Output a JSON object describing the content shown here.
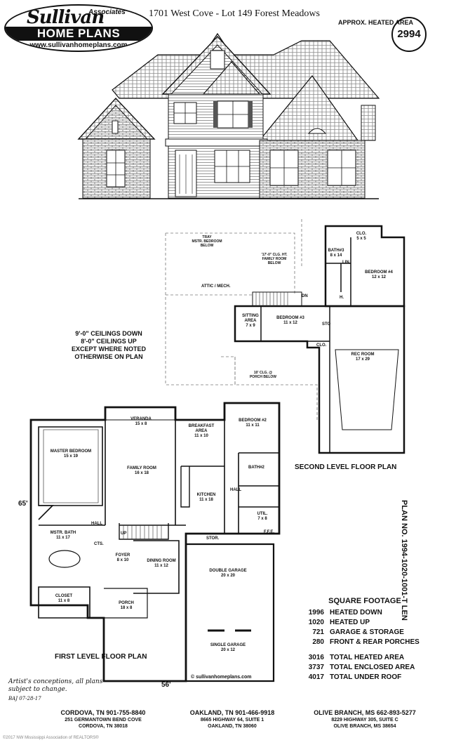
{
  "logo": {
    "script": "Sullivan",
    "associates": "Associates",
    "name": "HOME PLANS",
    "url": "www.sullivanhomeplans.com"
  },
  "header": {
    "title": "1701 West Cove - Lot 149  Forest Meadows",
    "approx_label": "APPROX. HEATED AREA",
    "approx_value": "2994"
  },
  "upper_labels": {
    "tray": "TRAY\nMSTR. BEDROOM\nBELOW",
    "family_below": "'17'-0\" CLG. HT.\nFAMILY ROOM\nBELOW",
    "attic": "ATTIC / MECH.",
    "closet_up": "CLO.\n5 x 5",
    "bath3": "BATH#3\n8 x 14",
    "lin_up": "LIN.",
    "bedroom4": "BEDROOM #4\n12 x 12",
    "dn": "DN",
    "h": "H.",
    "sitting": "SITTING\nAREA\n7 x 9",
    "bedroom3": "BEDROOM #3\n11 x 12",
    "sto": "STO",
    "clo_up2": "CLO.",
    "porch_below": "10' CLG. @\nPORCH BELOW",
    "rec": "REC ROOM\n17 x 29"
  },
  "ceiling_note": "9'-0\" CEILINGS DOWN\n8'-0\" CEILINGS UP\nEXCEPT WHERE NOTED\nOTHERWISE ON PLAN",
  "second_level_label": "SECOND LEVEL FLOOR PLAN",
  "first_labels": {
    "veranda": "VERANDA\n15 x 8",
    "breakfast": "BREAKFAST\nAREA\n11 x 10",
    "bedroom2": "BEDROOM #2\n11 x 11",
    "master": "MASTER BEDROOM\n15 x 19",
    "family": "FAMILY ROOM\n16 x 18",
    "bath2": "BATH#2",
    "hall1": "HALL",
    "kitchen": "KITCHEN\n11 x 18",
    "util": "UTIL.\n7 x 8",
    "mstr_bath": "MSTR. BATH\n11 x 17",
    "hall2": "HALL",
    "cts": "CTS.",
    "up": "UP",
    "stor": "STOR.",
    "ffe": "F.F.E.",
    "foyer": "FOYER\n8 x 10",
    "dining": "DINING ROOM\n11 x 12",
    "double_garage": "DOUBLE GARAGE\n20 x 20",
    "closet": "CLOSET\n11 x 8",
    "porch": "PORCH\n18 x 8",
    "single_garage": "SINGLE GARAGE\n20 x 12",
    "watermark": "© sullivanhomeplans.com",
    "dim_left": "65'",
    "dim_bottom": "56'"
  },
  "first_level_label": "FIRST LEVEL FLOOR PLAN",
  "plan_number": "PLAN NO. 1994-1020-1001-T LEN",
  "square_footage": {
    "header": "SQUARE FOOTAGE",
    "rows1": [
      {
        "num": "1996",
        "label": "HEATED DOWN"
      },
      {
        "num": "1020",
        "label": "HEATED UP"
      },
      {
        "num": "721",
        "label": "GARAGE & STORAGE"
      },
      {
        "num": "280",
        "label": "FRONT & REAR PORCHES"
      }
    ],
    "rows2": [
      {
        "num": "3016",
        "label": "TOTAL HEATED AREA"
      },
      {
        "num": "3737",
        "label": "TOTAL ENCLOSED AREA"
      },
      {
        "num": "4017",
        "label": "TOTAL UNDER ROOF"
      }
    ]
  },
  "artist_note": "Artist's conceptions, all plans\nsubject to change.",
  "drawn": "BAJ      07-28-17",
  "offices": [
    {
      "city": "CORDOVA, TN   901-755-8840",
      "addr": "251 GERMANTOWN BEND COVE\nCORDOVA, TN 38018"
    },
    {
      "city": "OAKLAND, TN   901-466-9918",
      "addr": "8665 HIGHWAY 64, SUITE 1\nOAKLAND, TN 38060"
    },
    {
      "city": "OLIVE BRANCH, MS   662-893-5277",
      "addr": "8229 HIGHWAY 305, SUITE C\nOLIVE BRANCH, MS 38654"
    }
  ],
  "copyright": "©2017 NW Mississippi Association of REALTORS®"
}
